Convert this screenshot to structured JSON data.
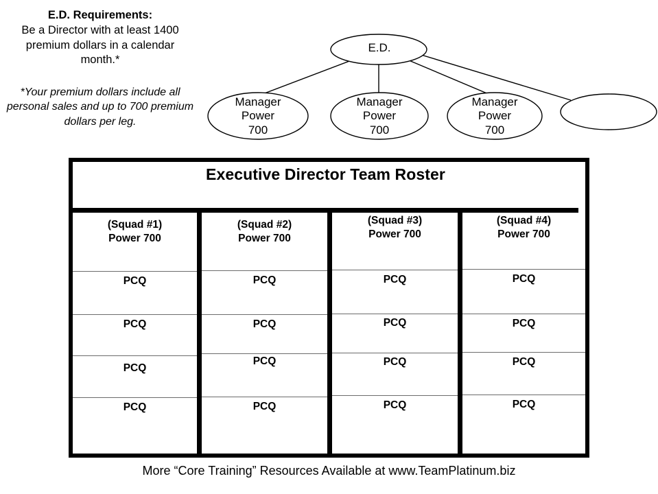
{
  "requirements": {
    "title": "E.D. Requirements:",
    "body": "Be a Director with at least 1400 premium dollars in a calendar month.*",
    "note": "*Your premium dollars include all personal sales and up to 700 premium dollars per leg."
  },
  "org_chart": {
    "root": {
      "label": "E.D."
    },
    "children": [
      {
        "label": "Manager\nPower\n700",
        "line1": "Manager",
        "line2": "Power",
        "line3": "700"
      },
      {
        "label": "Manager\nPower\n700",
        "line1": "Manager",
        "line2": "Power",
        "line3": "700"
      },
      {
        "label": "Manager\nPower\n700",
        "line1": "Manager",
        "line2": "Power",
        "line3": "700"
      },
      {
        "label": "",
        "line1": "",
        "line2": "",
        "line3": ""
      }
    ]
  },
  "roster": {
    "title": "Executive Director Team Roster",
    "columns": [
      {
        "header_line1": "(Squad #1)",
        "header_line2": "Power 700",
        "rows": [
          "PCQ",
          "PCQ",
          "PCQ",
          "PCQ"
        ]
      },
      {
        "header_line1": "(Squad #2)",
        "header_line2": "Power 700",
        "rows": [
          "PCQ",
          "PCQ",
          "PCQ",
          "PCQ"
        ]
      },
      {
        "header_line1": "(Squad #3)",
        "header_line2": "Power 700",
        "rows": [
          "PCQ",
          "PCQ",
          "PCQ",
          "PCQ"
        ]
      },
      {
        "header_line1": "(Squad #4)",
        "header_line2": "Power 700",
        "rows": [
          "PCQ",
          "PCQ",
          "PCQ",
          "PCQ"
        ]
      }
    ]
  },
  "footer": {
    "text": "More “Core Training” Resources Available at www.TeamPlatinum.biz"
  },
  "colors": {
    "ink": "#000000",
    "background": "#ffffff",
    "row_rule": "#6b6b6b"
  }
}
